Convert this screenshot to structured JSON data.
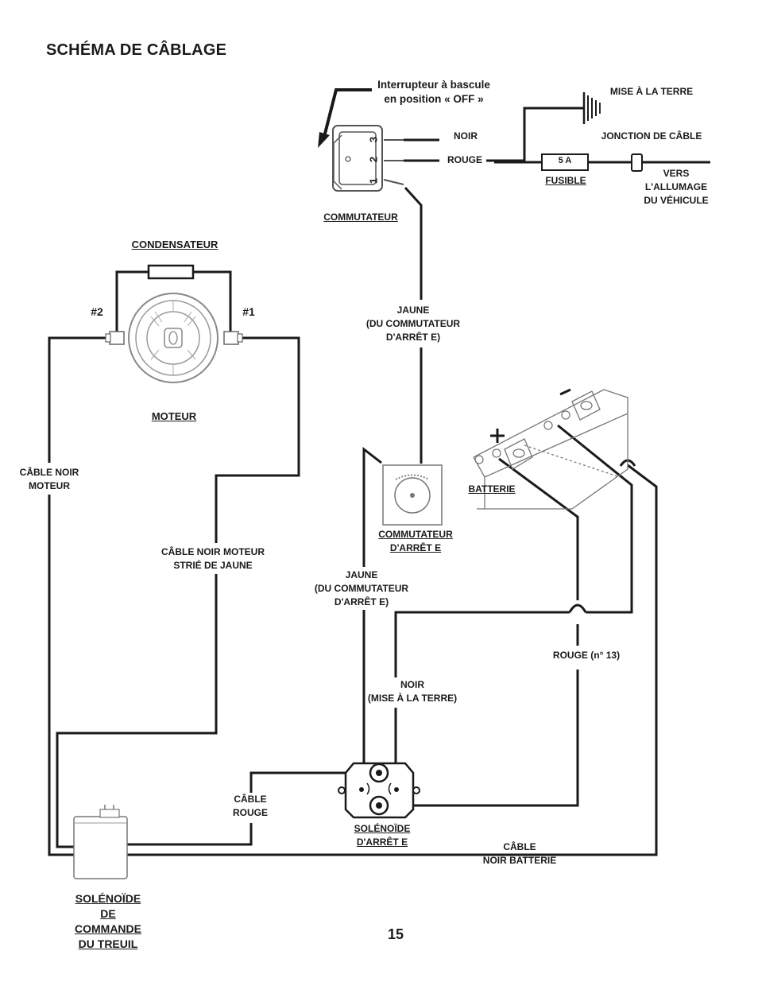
{
  "title": "SCHÉMA DE CÂBLAGE",
  "page_number": "15",
  "labels": {
    "rocker_switch": "Interrupteur à bascule\nen position « OFF »",
    "ground": "MISE À LA TERRE",
    "black": "NOIR",
    "red": "ROUGE",
    "cable_junction": "JONCTION DE CÂBLE",
    "fuse_rating": "5 A",
    "fuse": "FUSIBLE",
    "to_ignition": "VERS\nL'ALLUMAGE\nDU VÉHICULE",
    "switch": "COMMUTATEUR",
    "capacitor": "CONDENSATEUR",
    "terminal_2": "#2",
    "terminal_1": "#1",
    "motor": "MOTEUR",
    "yellow_top": "JAUNE\n(DU COMMUTATEUR\nD'ARRÊT E)",
    "motor_black_cable": "CÂBLE NOIR\nMOTEUR",
    "motor_black_yellow_cable": "CÂBLE NOIR MOTEUR\nSTRIÉ DE JAUNE",
    "battery": "BATTERIE",
    "estop_switch": "COMMUTATEUR\nD'ARRÊT E",
    "yellow_bottom": "JAUNE\n(DU COMMUTATEUR\nD'ARRÊT E)",
    "red_13": "ROUGE (n° 13)",
    "black_ground": "NOIR\n(MISE À LA TERRE)",
    "red_cable": "CÂBLE\nROUGE",
    "estop_solenoid": "SOLÉNOÏDE\nD'ARRÊT E",
    "battery_black_cable": "CÂBLE\nNOIR BATTERIE",
    "winch_solenoid": "SOLÉNOÏDE\nDE\nCOMMANDE\nDU TREUIL",
    "pin_3": "3",
    "pin_2": "2",
    "pin_1": "1",
    "battery_plus": "+",
    "battery_minus": "−"
  },
  "colors": {
    "line": "#1a1a1a",
    "component_gray": "#888888",
    "background": "#ffffff"
  }
}
